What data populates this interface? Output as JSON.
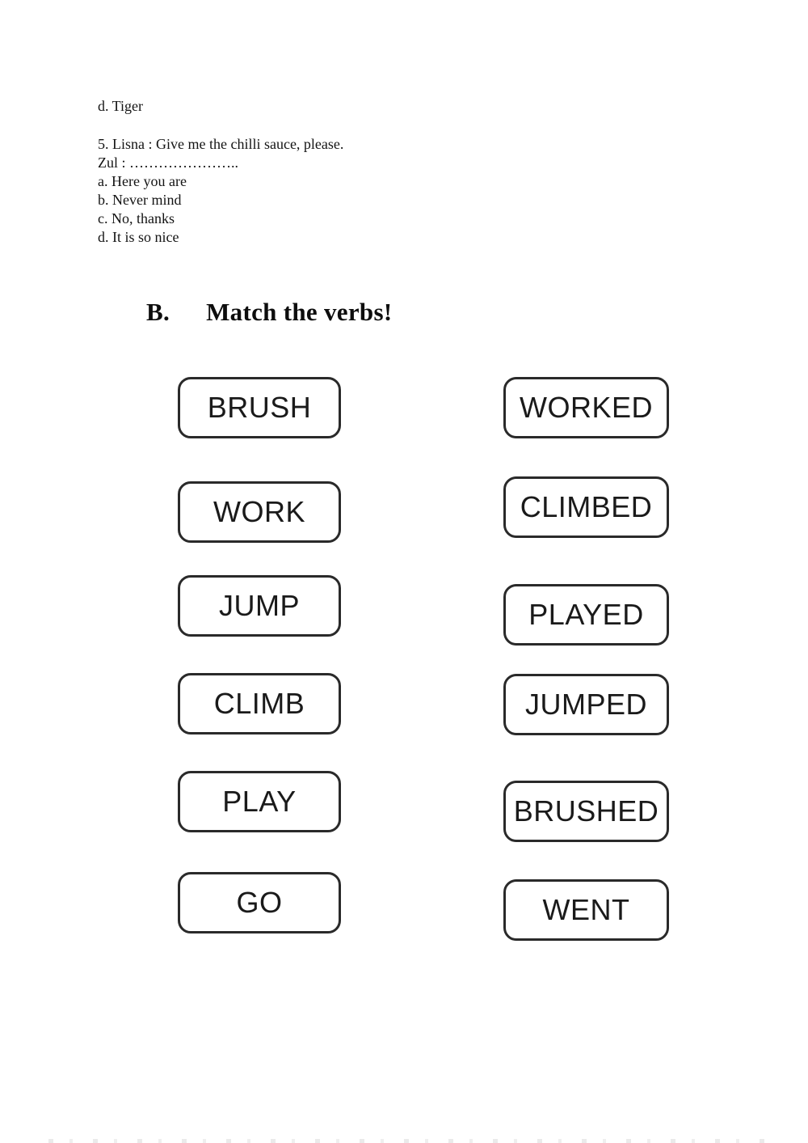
{
  "question_block": {
    "prev_option": "d. Tiger",
    "question": "5. Lisna : Give me the chilli sauce, please.",
    "answer_line": "Zul : …………………..",
    "options": [
      "a. Here you are",
      "b. Never mind",
      "c. No, thanks",
      "d. It is so nice"
    ]
  },
  "section": {
    "label": "B.",
    "title": "Match the verbs!"
  },
  "match": {
    "left_column": [
      "BRUSH",
      "WORK",
      "JUMP",
      "CLIMB",
      "PLAY",
      "GO"
    ],
    "right_column": [
      "WORKED",
      "CLIMBED",
      "PLAYED",
      "JUMPED",
      "BRUSHED",
      "WENT"
    ]
  },
  "colors": {
    "page_background": "#ffffff",
    "box_border": "#2a2a2a",
    "text": "#141414"
  }
}
